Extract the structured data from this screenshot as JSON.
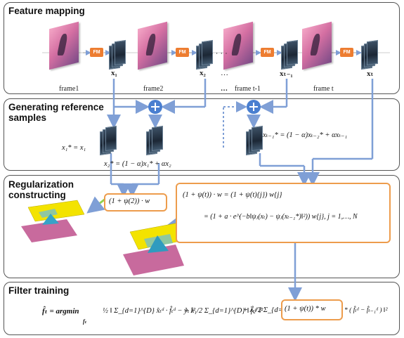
{
  "panels": {
    "feature_mapping": "Feature mapping",
    "generating_reference_samples": "Generating reference\nsamples",
    "regularization_constructing": "Regularization\nconstructing",
    "filter_training": "Filter training"
  },
  "fm_label": "FM",
  "frames": {
    "f1": "frame1",
    "f2": "frame2",
    "f_prev": "frame t-1",
    "f_t": "frame t"
  },
  "features": {
    "x1": "x₁",
    "x2": "x₂",
    "x_prev": "xₜ₋₁",
    "x_t": "xₜ"
  },
  "ellipsis": "…",
  "equations": {
    "ref1": "x₁* = x₁",
    "ref2": "x₂* = (1 − α)x₁* + αx₂",
    "ref_t": "xₜ₋₁* = (1 − α)xₜ₋₂* + αxₜ₋₁",
    "reg_small": "(1 + ψ(2)) · w",
    "reg_line1": "(1 + ψ(t)) · w = (1 + ψ(t){j}) w{j}",
    "reg_line2": "= (1 + a · e^(−b‖ψⱼ(xₜ) − ψⱼ(xₜ₋₁*)‖²)) w{j}, j = 1,…, N",
    "train_lhs": "f̂ₜ = argmin",
    "train_sub": "fₜ",
    "train_t1": "½ ‖ Σ_{d=1}^{D} x̂ₜᵈ · f̂ₜᵈ − ŷₜ ‖²",
    "train_t2": "+ λ₁/2 Σ_{d=1}^{D} ‖ f̂ₜᵈ ‖²",
    "train_t3a": "+ λ₂/2 Σ_{d=1}^{D} ‖",
    "train_box": "(1 + ψ(t)) * w",
    "train_t3b": "* ( f̂ₜᵈ − f̂ₜ₋₁ᵈ ) ‖²"
  },
  "colors": {
    "arrow": "#7f9fd6",
    "plus": "#4a7fd0",
    "fm": "#ed7d31",
    "highlight": "#ed9c4c",
    "green": "#8fd14f"
  }
}
